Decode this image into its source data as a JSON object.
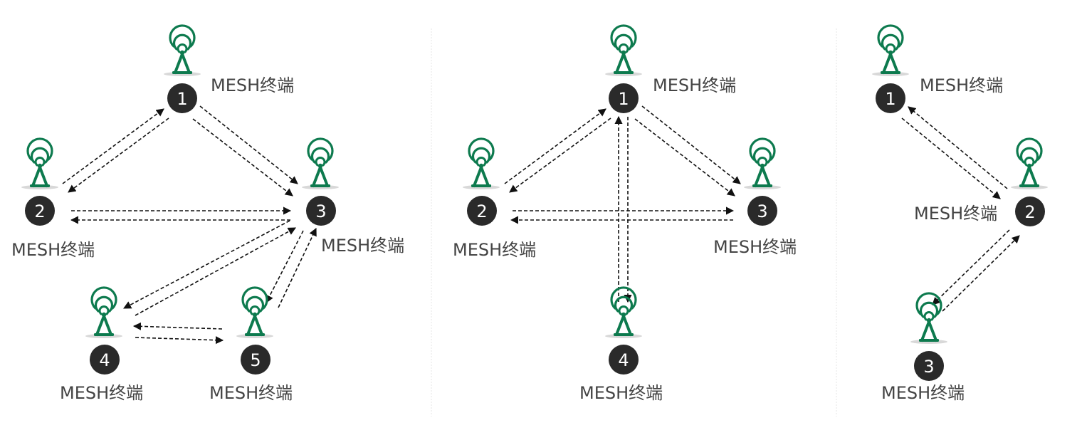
{
  "colors": {
    "antenna": "#0d7a4e",
    "badge_dark": "#2a2a2a",
    "arrow": "#111111",
    "divider": "#e4e4e4",
    "label": "#444444"
  },
  "icons": {
    "node": "antenna-tower-icon",
    "badge": "number-badge"
  },
  "panels": [
    {
      "name": "panel-1",
      "nodes": [
        {
          "id": "1",
          "label": "MESH终端"
        },
        {
          "id": "2",
          "label": "MESH终端"
        },
        {
          "id": "3",
          "label": "MESH终端"
        },
        {
          "id": "4",
          "label": "MESH终端"
        },
        {
          "id": "5",
          "label": "MESH终端"
        }
      ],
      "links": [
        [
          "1",
          "2"
        ],
        [
          "1",
          "3"
        ],
        [
          "2",
          "3"
        ],
        [
          "3",
          "4"
        ],
        [
          "3",
          "5"
        ],
        [
          "4",
          "5"
        ]
      ]
    },
    {
      "name": "panel-2",
      "nodes": [
        {
          "id": "1",
          "label": "MESH终端"
        },
        {
          "id": "2",
          "label": "MESH终端"
        },
        {
          "id": "3",
          "label": "MESH终端"
        },
        {
          "id": "4",
          "label": "MESH终端"
        }
      ],
      "links": [
        [
          "1",
          "2"
        ],
        [
          "1",
          "3"
        ],
        [
          "2",
          "3"
        ],
        [
          "1",
          "4"
        ]
      ]
    },
    {
      "name": "panel-3",
      "nodes": [
        {
          "id": "1",
          "label": "MESH终端"
        },
        {
          "id": "2",
          "label": "MESH终端"
        },
        {
          "id": "3",
          "label": "MESH终端"
        }
      ],
      "links": [
        [
          "1",
          "2"
        ],
        [
          "2",
          "3"
        ]
      ]
    }
  ]
}
